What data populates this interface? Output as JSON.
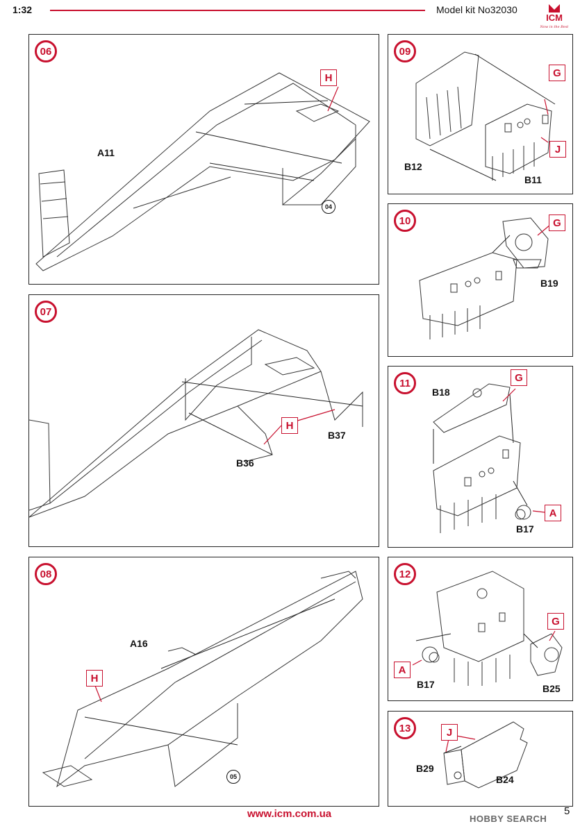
{
  "header": {
    "scale": "1:32",
    "model_kit": "Model kit No32030",
    "brand": "ICM",
    "brand_tagline": "Now in the Best"
  },
  "colors": {
    "accent": "#c8102e",
    "line": "#222222"
  },
  "panels": {
    "p06": {
      "step": "06",
      "labels": [
        "A11"
      ],
      "ref": "H",
      "subref": "04"
    },
    "p07": {
      "step": "07",
      "labels": [
        "B36",
        "B37"
      ],
      "ref": "H"
    },
    "p08": {
      "step": "08",
      "labels": [
        "A16"
      ],
      "ref": "H",
      "subref": "05"
    },
    "p09": {
      "step": "09",
      "labels": [
        "B12",
        "B11"
      ],
      "refs": [
        "G",
        "J"
      ]
    },
    "p10": {
      "step": "10",
      "labels": [
        "B19"
      ],
      "ref": "G"
    },
    "p11": {
      "step": "11",
      "labels": [
        "B18",
        "B17"
      ],
      "refs": [
        "G",
        "A"
      ]
    },
    "p12": {
      "step": "12",
      "labels": [
        "B17",
        "B25"
      ],
      "refs": [
        "A",
        "G"
      ]
    },
    "p13": {
      "step": "13",
      "labels": [
        "B29",
        "B24"
      ],
      "ref": "J"
    }
  },
  "footer": {
    "url": "www.icm.com.ua",
    "page": "5",
    "watermark": "HOBBY SEARCH"
  }
}
